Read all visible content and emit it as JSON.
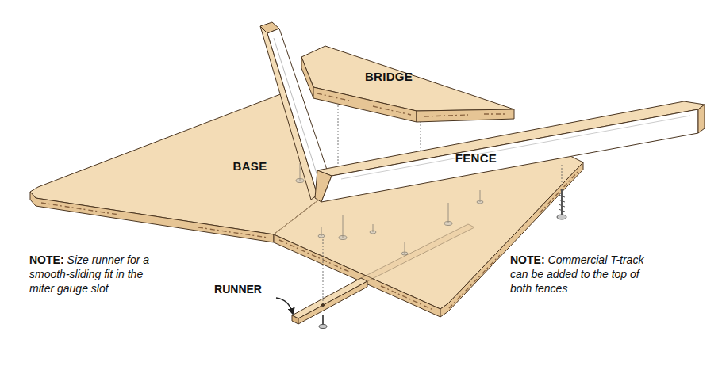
{
  "diagram": {
    "labels": [
      "BRIDGE",
      "BASE",
      "FENCE",
      "NOTE:",
      "Size runner for a smooth-sliding fit in the miter gauge slot",
      "RUNNER",
      "NOTE:",
      "Commercial T-track can be added to the top of both fences"
    ]
  }
}
